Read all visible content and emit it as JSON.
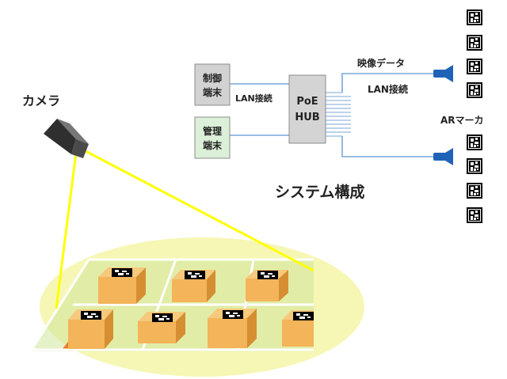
{
  "labels": {
    "camera": "カメラ",
    "control_terminal": [
      "制御",
      "端末"
    ],
    "management_terminal": [
      "管理",
      "端末"
    ],
    "poe_hub": [
      "PoE",
      "HUB"
    ],
    "lan_connection_left": "LAN接続",
    "video_data": "映像データ",
    "lan_connection_right": "LAN接続",
    "ar_marker": "ARマーカ",
    "title": "システム構成"
  },
  "colors": {
    "control_box": "#d2d2d2",
    "management_box": "#dcefd8",
    "hub_box": "#d4d4d4",
    "camera_link": "#ffff00",
    "cable_blue": "#7aa7da",
    "device_blue": "#1f63b8",
    "field_glow": "#f6f7b5",
    "grid_green": "#cfe59a",
    "box_orange": "#f3b45a",
    "marker_black": "#000000"
  },
  "icons": {
    "camera": "security-camera-icon",
    "network_device": "ip-camera-icon",
    "marker": "ar-marker-icon"
  }
}
